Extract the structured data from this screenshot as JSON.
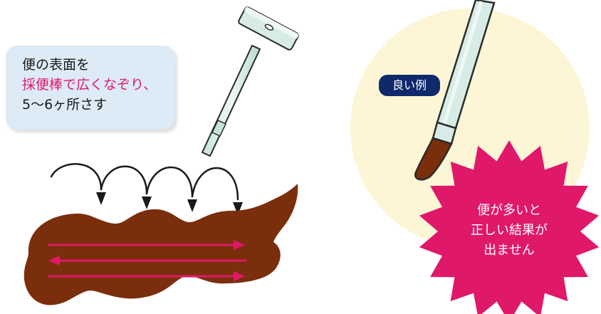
{
  "instruction": {
    "line1": "便の表面を",
    "line2": "採便棒で広くなぞり、",
    "line3": "5〜6ヶ所さす"
  },
  "good_example": {
    "badge": "良い例"
  },
  "warning": {
    "line1": "便が多いと",
    "line2": "正しい結果が",
    "line3": "出ません"
  },
  "colors": {
    "stool": "#7a2e0b",
    "arrow_pink": "#e0186a",
    "callout_bg": "#dcebf6",
    "highlight_text": "#e0186a",
    "badge_bg": "#0f2a6b",
    "burst": "#e0186a",
    "good_circle": "#fcf6d6",
    "stick": "#d7ece6"
  },
  "icons": [
    "sampling-stick-icon",
    "stool-icon",
    "poke-arrow-icon",
    "swipe-arrow-icon",
    "starburst-icon"
  ]
}
